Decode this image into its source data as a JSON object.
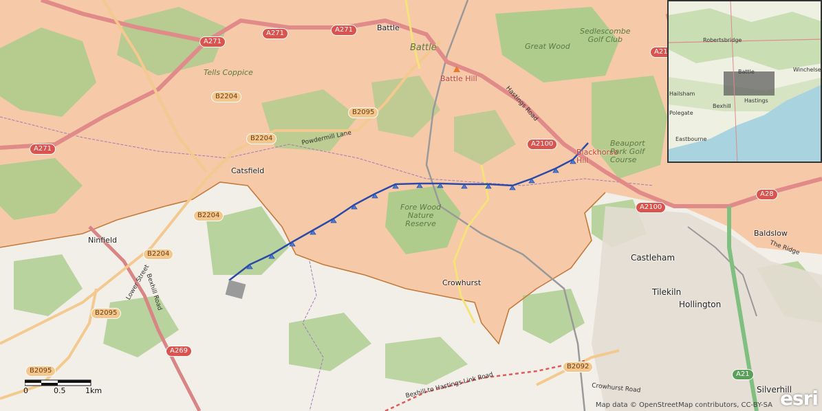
{
  "map": {
    "towns": {
      "battle": "Battle",
      "battle_top": "Battle",
      "battle_hill": "Battle Hill",
      "catsfield": "Catsfield",
      "ninfield": "Ninfield",
      "crowhurst": "Crowhurst",
      "castleham": "Castleham",
      "tilekiln": "Tilekiln",
      "hollington": "Hollington",
      "silverhill": "Silverhill",
      "baldslow": "Baldslow",
      "blackhorse_hill": "Blackhorse\nHill",
      "sedlescombe_golf": "Sedlescombe\nGolf Club"
    },
    "woods": {
      "tells_coppice": "Tells Coppice",
      "great_wood": "Great Wood",
      "fore_wood": "Fore Wood\nNature\nReserve",
      "beauport": "Beauport\nPark Golf\nCourse"
    },
    "roads": {
      "a271_1": "A271",
      "a271_2": "A271",
      "a271_3": "A271",
      "a271_4": "A271",
      "a21": "A21",
      "a2100_1": "A2100",
      "a2100_2": "A2100",
      "a28": "A28",
      "a269": "A269",
      "a21_south": "A21",
      "b2204_1": "B2204",
      "b2204_2": "B2204",
      "b2204_3": "B2204",
      "b2204_4": "B2204",
      "b2095_1": "B2095",
      "b2095_2": "B2095",
      "b2095_3": "B2095",
      "b2092": "B2092",
      "penhurst_lane": "Powdermill Lane",
      "hastings_road": "Hastings Road",
      "link_road": "Bexhill to Hastings Link Road",
      "crowhurst_road": "Crowhurst Road",
      "lower_street": "Lower Street",
      "bexhill_road": "Bexhill Road",
      "the_ridge": "The Ridge"
    },
    "inset": {
      "robertsbridge": "Robertsbridge",
      "battle": "Battle",
      "winchelsea": "Winchelsea",
      "hailsham": "Hailsham",
      "bexhill": "Bexhill",
      "hastings": "Hastings",
      "polegate": "Polegate",
      "eastbourne": "Eastbourne"
    },
    "scale": {
      "l0": "0",
      "l1": "0.5",
      "l2": "1km"
    },
    "attribution": "Map data © OpenStreetMap contributors, CC-BY-SA",
    "logo": "esri"
  },
  "colors": {
    "land": "#f2efe9",
    "urban": "#f6c9a8",
    "forest": "#a9cc8a",
    "sea": "#a9d3df",
    "a_road": "#e08a8a",
    "b_road": "#f4c98f",
    "transmission_line": "#2b4aa8"
  }
}
